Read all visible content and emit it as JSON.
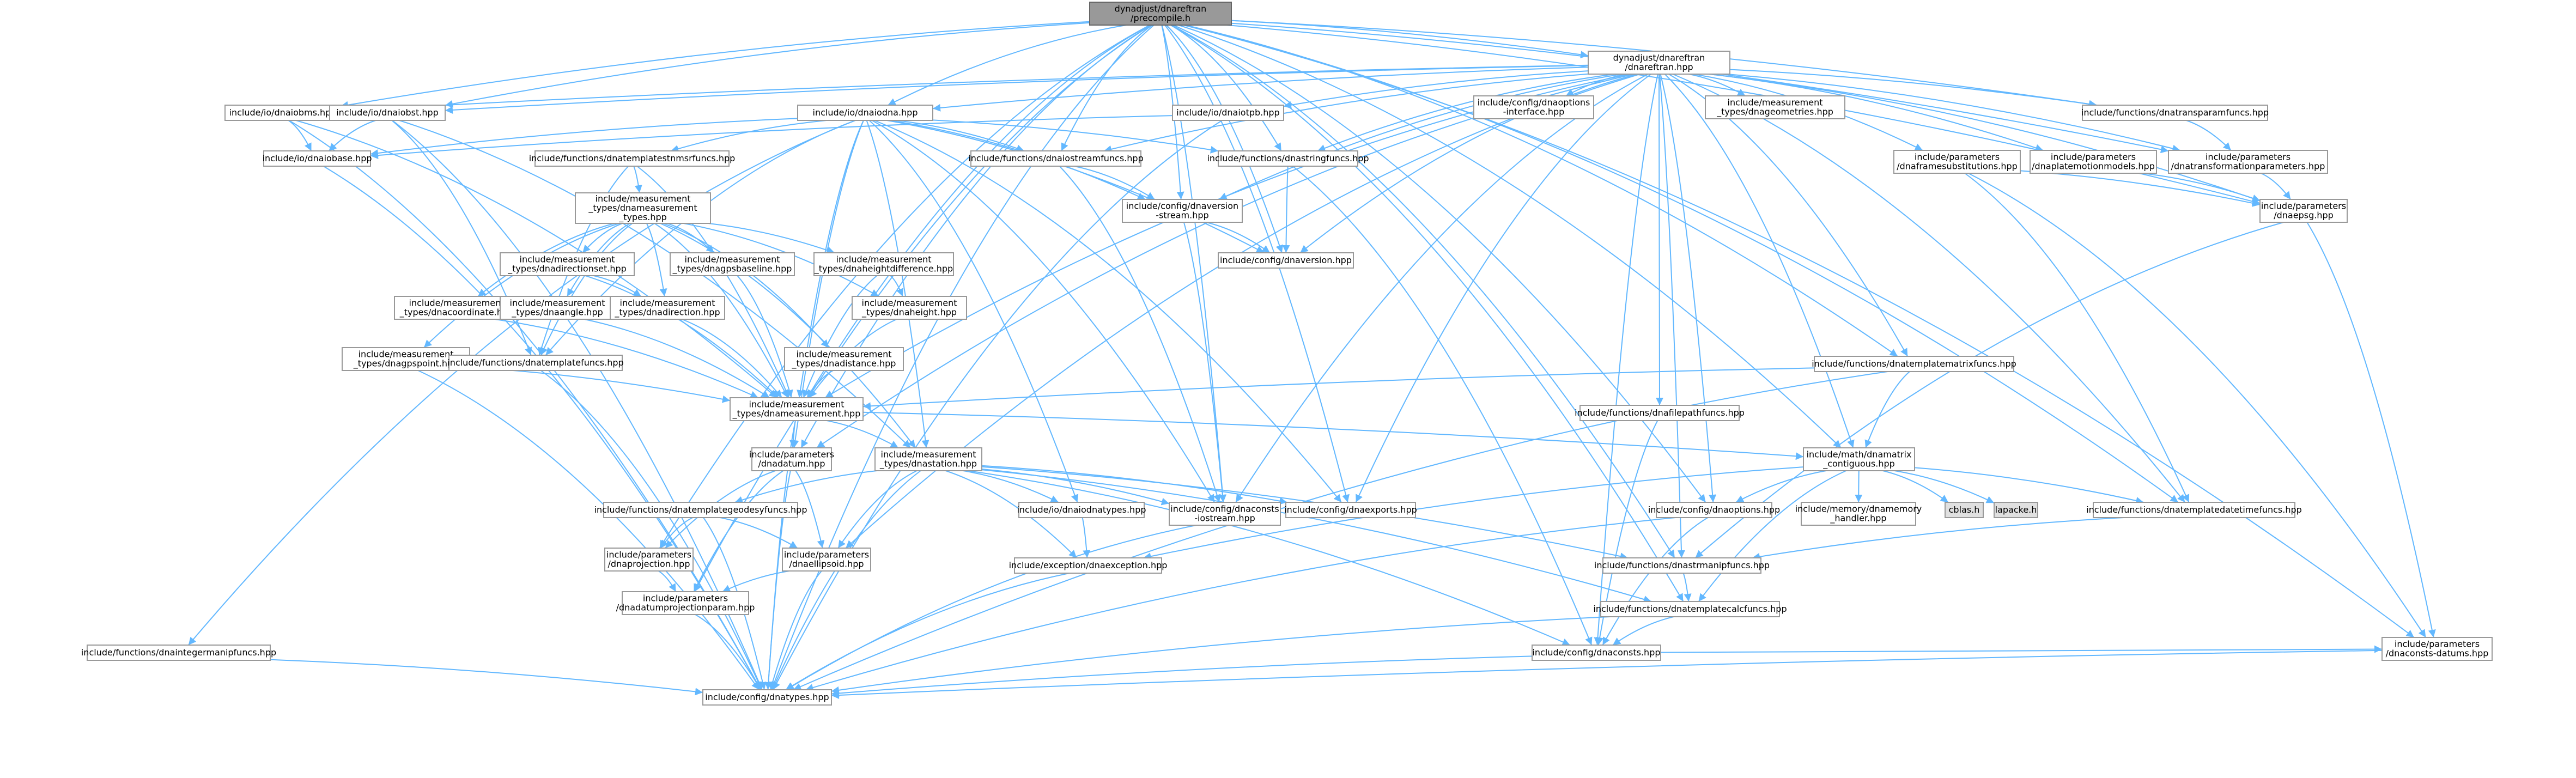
{
  "colors": {
    "edge": "#63b8ff",
    "node_border": "#999999",
    "root_fill": "#999999",
    "external_fill": "#e0e0e0",
    "background": "#ffffff"
  },
  "nodes": [
    {
      "id": "root",
      "lines": [
        "dynadjust/dnareftran",
        "/precompile.h"
      ],
      "kind": "root"
    },
    {
      "id": "reftran",
      "lines": [
        "dynadjust/dnareftran",
        "/dnareftran.hpp"
      ]
    },
    {
      "id": "dnaiobms",
      "lines": [
        "include/io/dnaiobms.hpp"
      ]
    },
    {
      "id": "dnaiobst",
      "lines": [
        "include/io/dnaiobst.hpp"
      ]
    },
    {
      "id": "dnaiodna",
      "lines": [
        "include/io/dnaiodna.hpp"
      ]
    },
    {
      "id": "dnaiotpb",
      "lines": [
        "include/io/dnaiotpb.hpp"
      ]
    },
    {
      "id": "dnaoptions_if",
      "lines": [
        "include/config/dnaoptions",
        "-interface.hpp"
      ]
    },
    {
      "id": "dnageometries",
      "lines": [
        "include/measurement",
        "_types/dnageometries.hpp"
      ]
    },
    {
      "id": "transparamfuncs",
      "lines": [
        "include/functions/dnatransparamfuncs.hpp"
      ]
    },
    {
      "id": "dnaiobase",
      "lines": [
        "include/io/dnaiobase.hpp"
      ]
    },
    {
      "id": "templatestnmsrfuncs",
      "lines": [
        "include/functions/dnatemplatestnmsrfuncs.hpp"
      ]
    },
    {
      "id": "iostreamfuncs",
      "lines": [
        "include/functions/dnaiostreamfuncs.hpp"
      ]
    },
    {
      "id": "stringfuncs",
      "lines": [
        "include/functions/dnastringfuncs.hpp"
      ]
    },
    {
      "id": "frame_subs",
      "lines": [
        "include/parameters",
        "/dnaframesubstitutions.hpp"
      ]
    },
    {
      "id": "platemotion",
      "lines": [
        "include/parameters",
        "/dnaplatemotionmodels.hpp"
      ]
    },
    {
      "id": "transformparams",
      "lines": [
        "include/parameters",
        "/dnatransformationparameters.hpp"
      ]
    },
    {
      "id": "msr_types",
      "lines": [
        "include/measurement",
        "_types/dnameasurement",
        "_types.hpp"
      ]
    },
    {
      "id": "dnaversion_stream",
      "lines": [
        "include/config/dnaversion",
        "-stream.hpp"
      ]
    },
    {
      "id": "dnaepsg",
      "lines": [
        "include/parameters",
        "/dnaepsg.hpp"
      ]
    },
    {
      "id": "dnadirectionset",
      "lines": [
        "include/measurement",
        "_types/dnadirectionset.hpp"
      ]
    },
    {
      "id": "dnagpsbaseline",
      "lines": [
        "include/measurement",
        "_types/dnagpsbaseline.hpp"
      ]
    },
    {
      "id": "dnaheightdiff",
      "lines": [
        "include/measurement",
        "_types/dnaheightdifference.hpp"
      ]
    },
    {
      "id": "dnaversion",
      "lines": [
        "include/config/dnaversion.hpp"
      ]
    },
    {
      "id": "dnacoordinate",
      "lines": [
        "include/measurement",
        "_types/dnacoordinate.hpp"
      ]
    },
    {
      "id": "dnaangle",
      "lines": [
        "include/measurement",
        "_types/dnaangle.hpp"
      ]
    },
    {
      "id": "dnadirection",
      "lines": [
        "include/measurement",
        "_types/dnadirection.hpp"
      ]
    },
    {
      "id": "dnaheight",
      "lines": [
        "include/measurement",
        "_types/dnaheight.hpp"
      ]
    },
    {
      "id": "dnagpspoint",
      "lines": [
        "include/measurement",
        "_types/dnagpspoint.hpp"
      ]
    },
    {
      "id": "templatefuncs",
      "lines": [
        "include/functions/dnatemplatefuncs.hpp"
      ]
    },
    {
      "id": "dnadistance",
      "lines": [
        "include/measurement",
        "_types/dnadistance.hpp"
      ]
    },
    {
      "id": "templatematrixfuncs",
      "lines": [
        "include/functions/dnatemplatematrixfuncs.hpp"
      ]
    },
    {
      "id": "filepathfuncs",
      "lines": [
        "include/functions/dnafilepathfuncs.hpp"
      ]
    },
    {
      "id": "dnameasurement",
      "lines": [
        "include/measurement",
        "_types/dnameasurement.hpp"
      ]
    },
    {
      "id": "dnadatum",
      "lines": [
        "include/parameters",
        "/dnadatum.hpp"
      ]
    },
    {
      "id": "dnastation",
      "lines": [
        "include/measurement",
        "_types/dnastation.hpp"
      ]
    },
    {
      "id": "dnamatrix",
      "lines": [
        "include/math/dnamatrix",
        "_contiguous.hpp"
      ]
    },
    {
      "id": "geodesyfuncs",
      "lines": [
        "include/functions/dnatemplategeodesyfuncs.hpp"
      ]
    },
    {
      "id": "dnaiodnatypes",
      "lines": [
        "include/io/dnaiodnatypes.hpp"
      ]
    },
    {
      "id": "dnaconsts_iostream",
      "lines": [
        "include/config/dnaconsts",
        "-iostream.hpp"
      ]
    },
    {
      "id": "dnaexports",
      "lines": [
        "include/config/dnaexports.hpp"
      ]
    },
    {
      "id": "dnaoptions",
      "lines": [
        "include/config/dnaoptions.hpp"
      ]
    },
    {
      "id": "memory_handler",
      "lines": [
        "include/memory/dnamemory",
        "_handler.hpp"
      ]
    },
    {
      "id": "cblas",
      "lines": [
        "cblas.h"
      ],
      "kind": "ext"
    },
    {
      "id": "lapacke",
      "lines": [
        "lapacke.h"
      ],
      "kind": "ext"
    },
    {
      "id": "datetimefuncs",
      "lines": [
        "include/functions/dnatemplatedatetimefuncs.hpp"
      ]
    },
    {
      "id": "dnaprojection",
      "lines": [
        "include/parameters",
        "/dnaprojection.hpp"
      ]
    },
    {
      "id": "dnaellipsoid",
      "lines": [
        "include/parameters",
        "/dnaellipsoid.hpp"
      ]
    },
    {
      "id": "dnaexception",
      "lines": [
        "include/exception/dnaexception.hpp"
      ]
    },
    {
      "id": "strmanipfuncs",
      "lines": [
        "include/functions/dnastrmanipfuncs.hpp"
      ]
    },
    {
      "id": "datumprojparam",
      "lines": [
        "include/parameters",
        "/dnadatumprojectionparam.hpp"
      ]
    },
    {
      "id": "templatecalcfuncs",
      "lines": [
        "include/functions/dnatemplatecalcfuncs.hpp"
      ]
    },
    {
      "id": "dnaconsts",
      "lines": [
        "include/config/dnaconsts.hpp"
      ]
    },
    {
      "id": "integermanip",
      "lines": [
        "include/functions/dnaintegermanipfuncs.hpp"
      ]
    },
    {
      "id": "consts_datums",
      "lines": [
        "include/parameters",
        "/dnaconsts-datums.hpp"
      ]
    },
    {
      "id": "dnatypes",
      "lines": [
        "include/config/dnatypes.hpp"
      ]
    }
  ],
  "edges": [
    [
      "root",
      "reftran"
    ],
    [
      "root",
      "dnaiobms"
    ],
    [
      "root",
      "dnaiobst"
    ],
    [
      "root",
      "dnaiodna"
    ],
    [
      "root",
      "transparamfuncs"
    ],
    [
      "root",
      "iostreamfuncs"
    ],
    [
      "root",
      "stringfuncs"
    ],
    [
      "root",
      "transformparams"
    ],
    [
      "root",
      "dnaepsg"
    ],
    [
      "root",
      "dnaversion"
    ],
    [
      "root",
      "dnameasurement"
    ],
    [
      "root",
      "dnadatum"
    ],
    [
      "root",
      "dnamatrix"
    ],
    [
      "root",
      "dnaexports"
    ],
    [
      "root",
      "dnaoptions"
    ],
    [
      "root",
      "datetimefuncs"
    ],
    [
      "root",
      "dnaprojection"
    ],
    [
      "root",
      "strmanipfuncs"
    ],
    [
      "root",
      "datumprojparam"
    ],
    [
      "root",
      "templatecalcfuncs"
    ],
    [
      "root",
      "consts_datums"
    ],
    [
      "root",
      "dnatypes"
    ],
    [
      "root",
      "templatematrixfuncs"
    ],
    [
      "root",
      "dnaconsts_iostream"
    ],
    [
      "root",
      "dnaversion_stream"
    ],
    [
      "reftran",
      "dnaiobms"
    ],
    [
      "reftran",
      "dnaiobst"
    ],
    [
      "reftran",
      "dnaiodna"
    ],
    [
      "reftran",
      "dnaiotpb"
    ],
    [
      "reftran",
      "dnaoptions_if"
    ],
    [
      "reftran",
      "dnageometries"
    ],
    [
      "reftran",
      "transparamfuncs"
    ],
    [
      "reftran",
      "iostreamfuncs"
    ],
    [
      "reftran",
      "stringfuncs"
    ],
    [
      "reftran",
      "frame_subs"
    ],
    [
      "reftran",
      "platemotion"
    ],
    [
      "reftran",
      "transformparams"
    ],
    [
      "reftran",
      "dnaepsg"
    ],
    [
      "reftran",
      "dnaversion_stream"
    ],
    [
      "reftran",
      "dnaversion"
    ],
    [
      "reftran",
      "templatematrixfuncs"
    ],
    [
      "reftran",
      "filepathfuncs"
    ],
    [
      "reftran",
      "dnameasurement"
    ],
    [
      "reftran",
      "dnadatum"
    ],
    [
      "reftran",
      "dnamatrix"
    ],
    [
      "reftran",
      "dnaexports"
    ],
    [
      "reftran",
      "dnaoptions"
    ],
    [
      "reftran",
      "datetimefuncs"
    ],
    [
      "reftran",
      "dnaellipsoid"
    ],
    [
      "reftran",
      "strmanipfuncs"
    ],
    [
      "reftran",
      "dnaconsts"
    ],
    [
      "reftran",
      "dnaconsts_iostream"
    ],
    [
      "dnaiobms",
      "dnaiobase"
    ],
    [
      "dnaiobms",
      "dnameasurement"
    ],
    [
      "dnaiobms",
      "dnatypes"
    ],
    [
      "dnaiobst",
      "dnaiobase"
    ],
    [
      "dnaiobst",
      "dnastation"
    ],
    [
      "dnaiobst",
      "templatefuncs"
    ],
    [
      "dnaiobst",
      "dnatypes"
    ],
    [
      "dnaiodna",
      "dnaiobase"
    ],
    [
      "dnaiodna",
      "templatestnmsrfuncs"
    ],
    [
      "dnaiodna",
      "iostreamfuncs"
    ],
    [
      "dnaiodna",
      "stringfuncs"
    ],
    [
      "dnaiodna",
      "dnaversion_stream"
    ],
    [
      "dnaiodna",
      "dnaversion"
    ],
    [
      "dnaiodna",
      "dnameasurement"
    ],
    [
      "dnaiodna",
      "dnastation"
    ],
    [
      "dnaiodna",
      "dnaiodnatypes"
    ],
    [
      "dnaiodna",
      "dnaexports"
    ],
    [
      "dnaiodna",
      "dnaconsts_iostream"
    ],
    [
      "dnaiodna",
      "templatefuncs"
    ],
    [
      "dnaiodna",
      "integermanip"
    ],
    [
      "dnaiodna",
      "dnadatum"
    ],
    [
      "dnaiotpb",
      "dnaiobase"
    ],
    [
      "dnaiotpb",
      "dnatypes"
    ],
    [
      "dnaiobase",
      "dnatypes"
    ],
    [
      "templatestnmsrfuncs",
      "msr_types"
    ],
    [
      "templatestnmsrfuncs",
      "templatefuncs"
    ],
    [
      "templatestnmsrfuncs",
      "dnameasurement"
    ],
    [
      "iostreamfuncs",
      "dnaversion_stream"
    ],
    [
      "iostreamfuncs",
      "dnaconsts_iostream"
    ],
    [
      "stringfuncs",
      "dnaversion"
    ],
    [
      "stringfuncs",
      "dnaconsts"
    ],
    [
      "frame_subs",
      "dnaepsg"
    ],
    [
      "frame_subs",
      "datetimefuncs"
    ],
    [
      "frame_subs",
      "consts_datums"
    ],
    [
      "platemotion",
      "dnaepsg"
    ],
    [
      "transformparams",
      "dnaepsg"
    ],
    [
      "transparamfuncs",
      "transformparams"
    ],
    [
      "dnaversion_stream",
      "dnaversion"
    ],
    [
      "dnaversion_stream",
      "dnaconsts_iostream"
    ],
    [
      "dnaepsg",
      "consts_datums"
    ],
    [
      "dnaepsg",
      "strmanipfuncs"
    ],
    [
      "msr_types",
      "dnadirectionset"
    ],
    [
      "msr_types",
      "dnagpsbaseline"
    ],
    [
      "msr_types",
      "dnaheightdiff"
    ],
    [
      "msr_types",
      "dnacoordinate"
    ],
    [
      "msr_types",
      "dnaangle"
    ],
    [
      "msr_types",
      "dnadirection"
    ],
    [
      "msr_types",
      "dnaheight"
    ],
    [
      "msr_types",
      "dnagpspoint"
    ],
    [
      "msr_types",
      "dnadistance"
    ],
    [
      "msr_types",
      "dnameasurement"
    ],
    [
      "msr_types",
      "dnastation"
    ],
    [
      "msr_types",
      "templatefuncs"
    ],
    [
      "dnadirectionset",
      "dnadirection"
    ],
    [
      "dnadirectionset",
      "dnameasurement"
    ],
    [
      "dnagpsbaseline",
      "dnameasurement"
    ],
    [
      "dnaheightdiff",
      "dnaheight"
    ],
    [
      "dnaheightdiff",
      "dnameasurement"
    ],
    [
      "dnacoordinate",
      "dnameasurement"
    ],
    [
      "dnaangle",
      "dnameasurement"
    ],
    [
      "dnadirection",
      "dnameasurement"
    ],
    [
      "dnaheight",
      "dnameasurement"
    ],
    [
      "dnagpspoint",
      "dnameasurement"
    ],
    [
      "dnagpspoint",
      "dnatypes"
    ],
    [
      "dnadistance",
      "dnameasurement"
    ],
    [
      "templatefuncs",
      "dnatypes"
    ],
    [
      "templatematrixfuncs",
      "dnamatrix"
    ],
    [
      "templatematrixfuncs",
      "dnameasurement"
    ],
    [
      "templatematrixfuncs",
      "dnatypes"
    ],
    [
      "filepathfuncs",
      "dnaconsts"
    ],
    [
      "dnameasurement",
      "dnadatum"
    ],
    [
      "dnameasurement",
      "dnastation"
    ],
    [
      "dnameasurement",
      "dnamatrix"
    ],
    [
      "dnameasurement",
      "dnatypes"
    ],
    [
      "dnadatum",
      "dnaellipsoid"
    ],
    [
      "dnadatum",
      "dnaprojection"
    ],
    [
      "dnadatum",
      "datumprojparam"
    ],
    [
      "dnadatum",
      "dnatypes"
    ],
    [
      "dnastation",
      "geodesyfuncs"
    ],
    [
      "dnastation",
      "dnaiodnatypes"
    ],
    [
      "dnastation",
      "dnaconsts_iostream"
    ],
    [
      "dnastation",
      "dnaexports"
    ],
    [
      "dnastation",
      "dnaellipsoid"
    ],
    [
      "dnastation",
      "dnaexception"
    ],
    [
      "dnastation",
      "strmanipfuncs"
    ],
    [
      "dnastation",
      "templatecalcfuncs"
    ],
    [
      "dnastation",
      "dnaconsts"
    ],
    [
      "dnastation",
      "dnatypes"
    ],
    [
      "dnamatrix",
      "dnaoptions"
    ],
    [
      "dnamatrix",
      "memory_handler"
    ],
    [
      "dnamatrix",
      "cblas"
    ],
    [
      "dnamatrix",
      "lapacke"
    ],
    [
      "dnamatrix",
      "datetimefuncs"
    ],
    [
      "dnamatrix",
      "dnaexception"
    ],
    [
      "dnamatrix",
      "templatecalcfuncs"
    ],
    [
      "geodesyfuncs",
      "dnaprojection"
    ],
    [
      "geodesyfuncs",
      "dnaellipsoid"
    ],
    [
      "geodesyfuncs",
      "dnatypes"
    ],
    [
      "dnaiodnatypes",
      "dnaexception"
    ],
    [
      "dnaconsts_iostream",
      "dnatypes"
    ],
    [
      "dnaoptions",
      "dnaconsts"
    ],
    [
      "dnaoptions",
      "dnatypes"
    ],
    [
      "datetimefuncs",
      "strmanipfuncs"
    ],
    [
      "dnaprojection",
      "datumprojparam"
    ],
    [
      "dnaellipsoid",
      "datumprojparam"
    ],
    [
      "dnaellipsoid",
      "dnatypes"
    ],
    [
      "dnaexception",
      "dnatypes"
    ],
    [
      "strmanipfuncs",
      "templatecalcfuncs"
    ],
    [
      "datumprojparam",
      "dnatypes"
    ],
    [
      "templatecalcfuncs",
      "dnaconsts"
    ],
    [
      "templatecalcfuncs",
      "dnatypes"
    ],
    [
      "dnaconsts",
      "consts_datums"
    ],
    [
      "dnaconsts",
      "dnatypes"
    ],
    [
      "integermanip",
      "dnatypes"
    ],
    [
      "consts_datums",
      "dnatypes"
    ]
  ]
}
